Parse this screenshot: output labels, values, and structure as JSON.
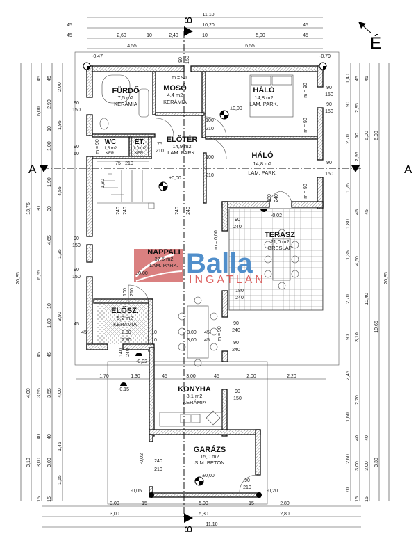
{
  "north_label": "É",
  "section_a": "A",
  "section_b": "B",
  "rooms": {
    "furdo": {
      "name": "FÜRDŐ",
      "area": "7,5 m2",
      "floor": "KERÁMIA"
    },
    "moso": {
      "name": "MOSÓ",
      "area": "4,4 m2",
      "floor": "KERÁMIA"
    },
    "halo1": {
      "name": "HÁLÓ",
      "area": "14,8 m2",
      "floor": "LAM. PARK."
    },
    "wc": {
      "name": "WC",
      "area": "1,5 m2",
      "floor": "KER."
    },
    "et": {
      "name": "ET.",
      "area": "1,0 m2",
      "floor": "KER."
    },
    "eloter": {
      "name": "ELŐTÉR",
      "area": "14,9 m2",
      "floor": "LAM. PARK."
    },
    "halo2": {
      "name": "HÁLÓ",
      "area": "14,8 m2",
      "floor": "LAM. PARK."
    },
    "nappali": {
      "name": "NAPPALI",
      "area": "37,5 m2",
      "floor": "LAM. PARK."
    },
    "terasz": {
      "name": "TERASZ",
      "area": "21,0 m2",
      "floor": "GRESLAP"
    },
    "elosz": {
      "name": "ELŐSZ.",
      "area": "5,2 m2",
      "floor": "KERÁMIA"
    },
    "konyha": {
      "name": "KONYHA",
      "area": "8,1 m2",
      "floor": "KERÁMIA"
    },
    "garazs": {
      "name": "GARÁZS",
      "area": "15,0 m2",
      "floor": "SIM. BETON"
    }
  },
  "watermark": {
    "brand": "Balla",
    "sub": "INGATLAN",
    "blue": "#3f83c6",
    "red": "#d9504f"
  },
  "dims": {
    "top": [
      "11,10",
      "45",
      "10,20",
      "45",
      "45",
      "2,60",
      "10",
      "2,40",
      "10",
      "5,00",
      "45",
      "4,55",
      "6,55",
      "90",
      "150"
    ],
    "bottom": [
      "3,00",
      "15",
      "5,00",
      "15",
      "2,80",
      "3,00",
      "5,30",
      "2,80",
      "11,10"
    ],
    "mid": [
      "1,70",
      "1,30",
      "45",
      "3,00",
      "45",
      "2,00",
      "2,20",
      "45",
      "2,90",
      "10",
      "3,00",
      "45"
    ],
    "left": [
      "20,85",
      "13,75",
      "4,00",
      "3,10",
      "45",
      "6,00",
      "30",
      "6,55",
      "45",
      "3,55",
      "40",
      "3,00",
      "15",
      "45",
      "2,90",
      "10",
      "1,00",
      "1,90",
      "30",
      "4,65",
      "10",
      "1,80",
      "45",
      "3,55",
      "40",
      "3,00",
      "15",
      "2,00",
      "1,95",
      "4,55",
      "1,35",
      "3,90",
      "4,00",
      "1,45",
      "1,65"
    ],
    "right": [
      "1,40",
      "90",
      "2,70",
      "1,75",
      "1,80",
      "1,35",
      "2,70",
      "90",
      "2,45",
      "1,60",
      "2,60",
      "70",
      "45",
      "2,95",
      "10",
      "2,95",
      "45",
      "4,60",
      "3,10",
      "2,70",
      "40",
      "3,00",
      "15",
      "45",
      "6,00",
      "45",
      "10,40",
      "40",
      "3,00",
      "15",
      "6,90",
      "10,65",
      "3,30",
      "20,85"
    ],
    "openings": [
      "90",
      "150",
      "90",
      "60",
      "90",
      "150",
      "90",
      "150",
      "45",
      "90",
      "150",
      "90",
      "150",
      "90",
      "150",
      "100",
      "210",
      "100",
      "210",
      "180",
      "240",
      "90",
      "240",
      "180",
      "240",
      "90",
      "240",
      "90",
      "240",
      "90",
      "150",
      "240",
      "210",
      "90",
      "210",
      "240",
      "240",
      "240",
      "240",
      "75",
      "210",
      "75",
      "210",
      "m = 90",
      "m = 90",
      "m = 90",
      "m = 90",
      "m = 90",
      "m = 0,00",
      "m = 90",
      "1,80",
      "100",
      "210",
      "140",
      "240",
      "2,90",
      "10",
      "3,00",
      "45"
    ],
    "levels": [
      "-0,47",
      "-0,79",
      "±0,00",
      "±0,00",
      "±0,00",
      "±0,00",
      "-0,02",
      "-0,02",
      "-0,15",
      "-0,05",
      "-0,20",
      "-0,02"
    ]
  }
}
